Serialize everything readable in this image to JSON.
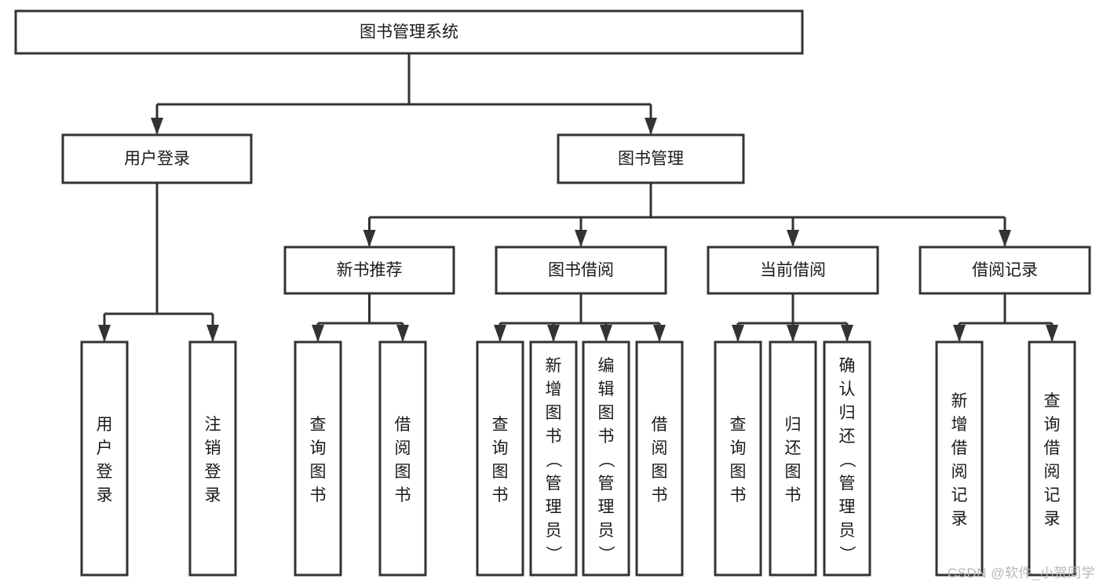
{
  "diagram": {
    "title": "图书管理系统",
    "watermark": "CSDN @软件_小贺同学",
    "colors": {
      "stroke": "#333333",
      "fill": "#ffffff",
      "text": "#1a1a1a",
      "watermark": "#b8b8b8"
    },
    "root": {
      "label": "图书管理系统"
    },
    "level2": [
      {
        "label": "用户登录"
      },
      {
        "label": "图书管理"
      }
    ],
    "level3": [
      {
        "label": "新书推荐"
      },
      {
        "label": "图书借阅"
      },
      {
        "label": "当前借阅"
      },
      {
        "label": "借阅记录"
      }
    ],
    "leaves": {
      "user_login": [
        {
          "label": "用户登录"
        },
        {
          "label": "注销登录"
        }
      ],
      "new_book": [
        {
          "label": "查询图书"
        },
        {
          "label": "借阅图书"
        }
      ],
      "book_borrow": [
        {
          "label": "查询图书"
        },
        {
          "label": "新增图书（管理员）"
        },
        {
          "label": "编辑图书（管理员）"
        },
        {
          "label": "借阅图书"
        }
      ],
      "current_borrow": [
        {
          "label": "查询图书"
        },
        {
          "label": "归还图书"
        },
        {
          "label": "确认归还（管理员）"
        }
      ],
      "borrow_record": [
        {
          "label": "新增借阅记录"
        },
        {
          "label": "查询借阅记录"
        }
      ]
    }
  }
}
